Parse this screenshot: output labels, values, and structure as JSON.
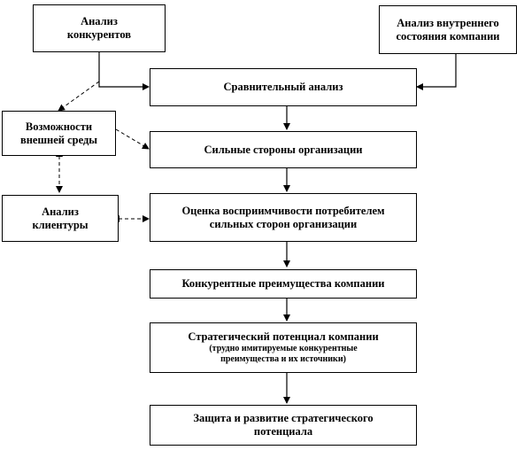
{
  "diagram": {
    "nodes": {
      "competitor_analysis": {
        "lines": [
          "Анализ",
          "конкурентов"
        ]
      },
      "internal_analysis": {
        "lines": [
          "Анализ внутреннего",
          "состояния компании"
        ]
      },
      "comparative_analysis": {
        "lines": [
          "Сравнительный анализ"
        ]
      },
      "external_opportunities": {
        "lines": [
          "Возможности",
          "внешней среды"
        ]
      },
      "strengths": {
        "lines": [
          "Сильные стороны организации"
        ]
      },
      "market_analysis": {
        "lines": [
          "Анализ",
          "клиентуры"
        ]
      },
      "perception_assessment": {
        "lines": [
          "Оценка восприимчивости потребителем",
          "сильных сторон организации"
        ]
      },
      "competitive_advantages": {
        "lines": [
          "Конкурентные преимущества компании"
        ]
      },
      "strategic_potential": {
        "lines": [
          "Стратегический потенциал компании"
        ],
        "sub_lines": [
          "(трудно имитируемые конкурентные",
          "преимущества и их источники)"
        ]
      },
      "protection_development": {
        "lines": [
          "Защита и развитие стратегического",
          "потенциала"
        ]
      }
    },
    "colors": {
      "stroke": "#000000",
      "background": "#ffffff"
    }
  }
}
